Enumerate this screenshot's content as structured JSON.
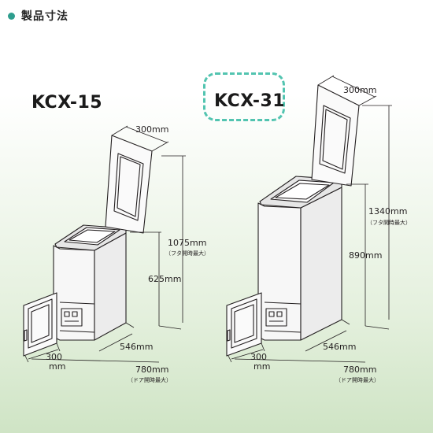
{
  "header": {
    "title": "製品寸法"
  },
  "models": [
    {
      "name": "KCX-15",
      "lid_width": "300mm",
      "height_lid_open": "1075mm",
      "height_lid_open_note": "（フタ開時最大）",
      "body_height": "625mm",
      "depth": "546mm",
      "door_width_number": "300",
      "door_width_unit": "mm",
      "depth_door_open": "780mm",
      "depth_door_open_note": "（ドア開時最大）"
    },
    {
      "name": "KCX-31",
      "lid_width": "300mm",
      "height_lid_open": "1340mm",
      "height_lid_open_note": "（フタ開時最大）",
      "body_height": "890mm",
      "depth": "546mm",
      "door_width_number": "300",
      "door_width_unit": "mm",
      "depth_door_open": "780mm",
      "depth_door_open_note": "（ドア開時最大）"
    }
  ],
  "colors": {
    "accent": "#2e9e8e",
    "badge_border": "#52c4b0",
    "bg_bottom": "#cfe4c5"
  }
}
